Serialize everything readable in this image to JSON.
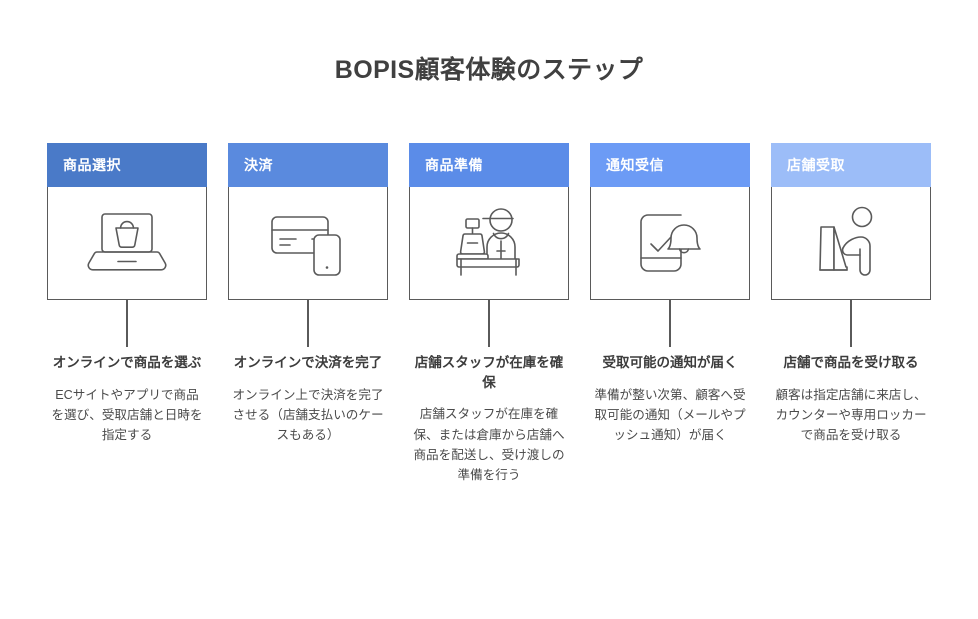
{
  "title": "BOPIS顧客体験のステップ",
  "colors": {
    "header_1": "#4a7ac8",
    "header_2": "#5a8ade",
    "header_3": "#5b8ce8",
    "header_4": "#6c9bf5",
    "header_5": "#9cbdf8",
    "outline": "#5a5a5a",
    "text": "#3f3f3f"
  },
  "steps": [
    {
      "header": "商品選択",
      "icon": "laptop-shopping-basket-icon",
      "caption": "オンラインで商品を選ぶ",
      "body": "ECサイトやアプリで商品を選び、受取店舗と日時を指定する"
    },
    {
      "header": "決済",
      "icon": "credit-card-smartphone-icon",
      "caption": "オンラインで決済を完了",
      "body": "オンライン上で決済を完了させる（店舗支払いのケースもある）"
    },
    {
      "header": "商品準備",
      "icon": "store-staff-register-icon",
      "caption": "店舗スタッフが在庫を確保",
      "body": "店舗スタッフが在庫を確保、または倉庫から店舗へ商品を配送し、受け渡しの準備を行う"
    },
    {
      "header": "通知受信",
      "icon": "smartphone-bell-notification-icon",
      "caption": "受取可能の通知が届く",
      "body": "準備が整い次第、顧客へ受取可能の通知（メールやプッシュ通知）が届く"
    },
    {
      "header": "店舗受取",
      "icon": "person-pickup-counter-icon",
      "caption": "店舗で商品を受け取る",
      "body": "顧客は指定店舗に来店し、カウンターや専用ロッカーで商品を受け取る"
    }
  ]
}
